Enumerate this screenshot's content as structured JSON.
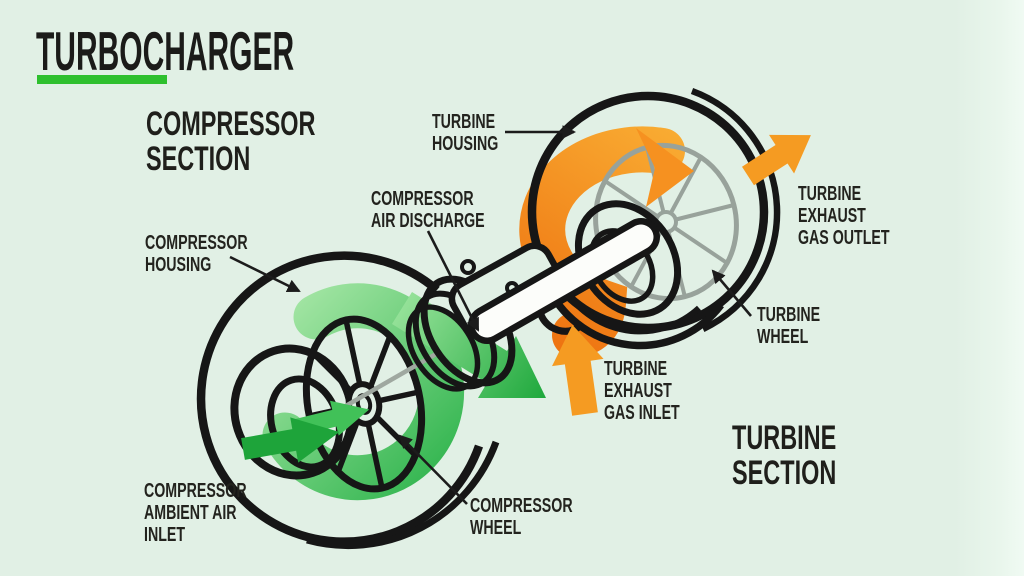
{
  "title": {
    "text": "TURBOCHARGER"
  },
  "section_titles": {
    "compressor": {
      "lines": [
        "COMPRESSOR",
        "SECTION"
      ]
    },
    "turbine": {
      "lines": [
        "TURBINE",
        "SECTION"
      ]
    }
  },
  "callouts": {
    "turbine_housing": {
      "lines": [
        "TURBINE",
        "HOUSING"
      ]
    },
    "compressor_air_discharge": {
      "lines": [
        "COMPRESSOR",
        "AIR DISCHARGE"
      ]
    },
    "compressor_housing": {
      "lines": [
        "COMPRESSOR",
        "HOUSING"
      ]
    },
    "turbine_exhaust_gas_outlet": {
      "lines": [
        "TURBINE",
        "EXHAUST",
        "GAS OUTLET"
      ]
    },
    "turbine_wheel": {
      "lines": [
        "TURBINE",
        "WHEEL"
      ]
    },
    "turbine_exhaust_gas_inlet": {
      "lines": [
        "TURBINE",
        "EXHAUST",
        "GAS INLET"
      ]
    },
    "compressor_ambient_air_inlet": {
      "lines": [
        "COMPRESSOR",
        "AMBIENT AIR",
        "INLET"
      ]
    },
    "compressor_wheel": {
      "lines": [
        "COMPRESSOR",
        "WHEEL"
      ]
    }
  },
  "colors": {
    "background": "#e1f0e5",
    "text": "#23231e",
    "outline": "#161616",
    "accent_green_bar": "#2ec02e",
    "flow_green_light": "#aeeaac",
    "flow_green": "#2bb24a",
    "arrow_green_dark": "#1ea43a",
    "arrow_green_mid": "#41c158",
    "flow_orange_light": "#f9ad33",
    "flow_orange_dark": "#ee7411",
    "arrow_orange": "#f59b22",
    "wheel_gray": "#98a29b"
  }
}
